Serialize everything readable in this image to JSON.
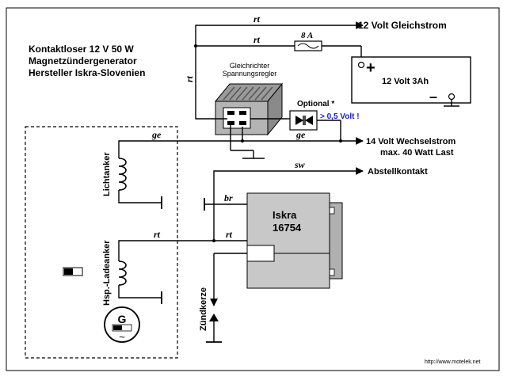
{
  "title_block": {
    "line1": "Kontaktloser 12 V 50 W",
    "line2": "Magnetzündergenerator",
    "line3": "Hersteller Iskra-Slovenien"
  },
  "regulator": {
    "label_line1": "Gleichrichter",
    "label_line2": "Spannungsregler"
  },
  "optional": {
    "label": "Optional *",
    "note": "> 0,5 Volt !",
    "note_color": "#1a1acc"
  },
  "fuse": {
    "label": "8 A"
  },
  "battery": {
    "label": "12 Volt 3Ah",
    "plus": "+",
    "minus": "–"
  },
  "wire_labels": {
    "rt_top": "rt",
    "rt_fuse": "rt",
    "rt_vertical": "rt",
    "ge_lichtanker": "ge",
    "ge_right": "ge",
    "sw": "sw",
    "br": "br",
    "rt_hsp": "rt",
    "rt_cdi": "rt"
  },
  "outputs": {
    "dc": "12 Volt Gleichstrom",
    "ac_line1": "14 Volt Wechselstrom",
    "ac_line2": "max. 40 Watt Last",
    "kill": "Abstellkontakt"
  },
  "generator": {
    "lichtanker": "Lichtanker",
    "hsp_ladeanker": "Hsp.-Ladeanker",
    "g_symbol": "G",
    "tilde": "~"
  },
  "cdi": {
    "line1": "Iskra",
    "line2": "16754",
    "fill": "#c8c8c8"
  },
  "spark": {
    "label": "Zündkerze"
  },
  "footer": {
    "url": "http://www.motelek.net"
  }
}
